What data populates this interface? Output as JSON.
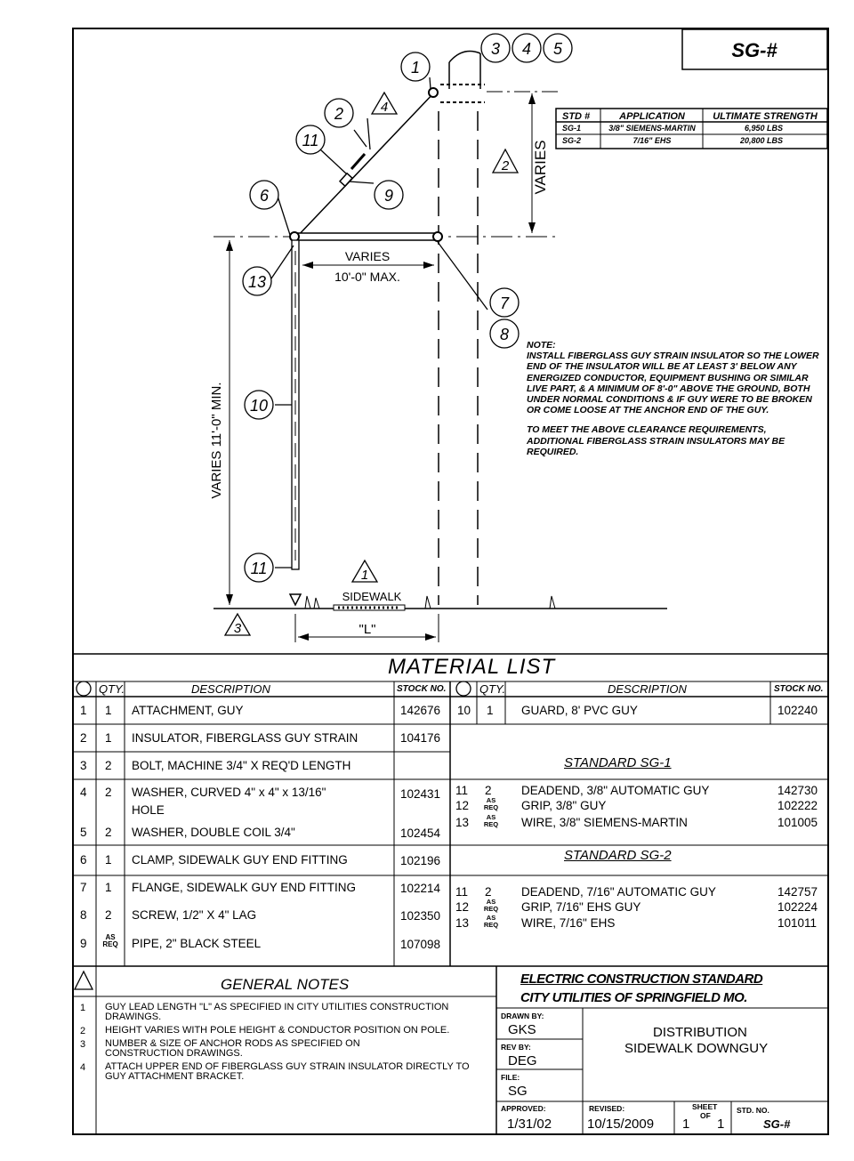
{
  "sheet_title": "SG-#",
  "strength_table": {
    "headers": [
      "STD #",
      "APPLICATION",
      "ULTIMATE STRENGTH"
    ],
    "rows": [
      [
        "SG-1",
        "3/8\" SIEMENS-MARTIN",
        "6,950 LBS"
      ],
      [
        "SG-2",
        "7/16\" EHS",
        "20,800 LBS"
      ]
    ]
  },
  "drawing": {
    "callouts": [
      "1",
      "2",
      "3",
      "4",
      "5",
      "6",
      "7",
      "8",
      "9",
      "10",
      "11",
      "11",
      "13"
    ],
    "triangle_callouts": [
      "4",
      "2",
      "1",
      "3"
    ],
    "dim_varies_vertical": "VARIES",
    "dim_varies_horizontal": "VARIES",
    "dim_max": "10'-0\" MAX.",
    "dim_min_height": "VARIES 11'-0\" MIN.",
    "sidewalk": "SIDEWALK",
    "length_label": "\"L\""
  },
  "note": {
    "label": "NOTE:",
    "para1": "INSTALL FIBERGLASS GUY STRAIN INSULATOR SO THE LOWER END OF THE INSULATOR WILL BE AT LEAST 3' BELOW ANY ENERGIZED CONDUCTOR, EQUIPMENT BUSHING OR SIMILAR LIVE PART, & A MINIMUM OF 8'-0\" ABOVE THE GROUND, BOTH UNDER NORMAL CONDITIONS & IF GUY WERE TO BE BROKEN OR COME LOOSE AT THE ANCHOR END OF THE GUY.",
    "para2": "TO MEET THE ABOVE CLEARANCE REQUIREMENTS, ADDITIONAL FIBERGLASS STRAIN INSULATORS MAY BE REQUIRED."
  },
  "material_list": {
    "title": "MATERIAL LIST",
    "headers": {
      "qty": "QTY.",
      "description": "DESCRIPTION",
      "stock": "STOCK NO."
    },
    "left_rows": [
      {
        "no": "1",
        "qty": "1",
        "desc": "ATTACHMENT, GUY",
        "stock": "142676"
      },
      {
        "no": "2",
        "qty": "1",
        "desc": "INSULATOR, FIBERGLASS GUY STRAIN",
        "stock": "104176"
      },
      {
        "no": "3",
        "qty": "2",
        "desc": "BOLT, MACHINE 3/4\" X REQ'D LENGTH",
        "stock": ""
      },
      {
        "no": "4",
        "qty": "2",
        "desc": "WASHER, CURVED 4\" x 4\" x 13/16\"",
        "desc2": "HOLE",
        "stock": "102431"
      },
      {
        "no": "5",
        "qty": "2",
        "desc": "WASHER, DOUBLE COIL 3/4\"",
        "stock": "102454"
      },
      {
        "no": "6",
        "qty": "1",
        "desc": "CLAMP, SIDEWALK GUY END FITTING",
        "stock": "102196"
      },
      {
        "no": "7",
        "qty": "1",
        "desc": "FLANGE, SIDEWALK GUY END FITTING",
        "stock": "102214"
      },
      {
        "no": "8",
        "qty": "2",
        "desc": "SCREW, 1/2\" X 4\" LAG",
        "stock": "102350"
      },
      {
        "no": "9",
        "qty": "AS REQ",
        "desc": "PIPE, 2\" BLACK STEEL",
        "stock": "107098"
      }
    ],
    "right_row_10": {
      "no": "10",
      "qty": "1",
      "desc": "GUARD, 8' PVC GUY",
      "stock": "102240"
    },
    "sg1": {
      "title": "STANDARD SG-1",
      "rows": [
        {
          "no": "11",
          "qty": "2",
          "desc": "DEADEND, 3/8\" AUTOMATIC GUY",
          "stock": "142730"
        },
        {
          "no": "12",
          "qty": "AS REQ",
          "desc": "GRIP, 3/8\" GUY",
          "stock": "102222"
        },
        {
          "no": "13",
          "qty": "AS REQ",
          "desc": "WIRE, 3/8\" SIEMENS-MARTIN",
          "stock": "101005"
        }
      ]
    },
    "sg2": {
      "title": "STANDARD SG-2",
      "rows": [
        {
          "no": "11",
          "qty": "2",
          "desc": "DEADEND, 7/16\" AUTOMATIC GUY",
          "stock": "142757"
        },
        {
          "no": "12",
          "qty": "AS REQ",
          "desc": "GRIP, 7/16\" EHS GUY",
          "stock": "102224"
        },
        {
          "no": "13",
          "qty": "AS REQ",
          "desc": "WIRE, 7/16\" EHS",
          "stock": "101011"
        }
      ]
    }
  },
  "general_notes": {
    "title": "GENERAL NOTES",
    "items": [
      {
        "no": "1",
        "text": "GUY LEAD LENGTH \"L\" AS SPECIFIED IN CITY UTILITIES CONSTRUCTION DRAWINGS."
      },
      {
        "no": "2",
        "text": "HEIGHT VARIES WITH POLE HEIGHT & CONDUCTOR POSITION ON POLE."
      },
      {
        "no": "3",
        "text": "NUMBER & SIZE OF ANCHOR RODS AS SPECIFIED ON CONSTRUCTION DRAWINGS."
      },
      {
        "no": "4",
        "text": "ATTACH UPPER END OF FIBERGLASS GUY STRAIN INSULATOR DIRECTLY TO GUY ATTACHMENT BRACKET."
      }
    ]
  },
  "title_block": {
    "line1": "ELECTRIC CONSTRUCTION STANDARD",
    "line2": "CITY UTILITIES OF SPRINGFIELD MO.",
    "drawn_by_label": "DRAWN BY:",
    "drawn_by": "GKS",
    "rev_by_label": "REV BY:",
    "rev_by": "DEG",
    "file_label": "FILE:",
    "file": "SG",
    "approved_label": "APPROVED:",
    "approved": "1/31/02",
    "revised_label": "REVISED:",
    "revised": "10/15/2009",
    "sheet_label": "SHEET",
    "sheet_of": "OF",
    "sheet_no": "1",
    "sheet_total": "1",
    "std_no_label": "STD. NO.",
    "std_no": "SG-#",
    "desc1": "DISTRIBUTION",
    "desc2": "SIDEWALK DOWNGUY"
  }
}
